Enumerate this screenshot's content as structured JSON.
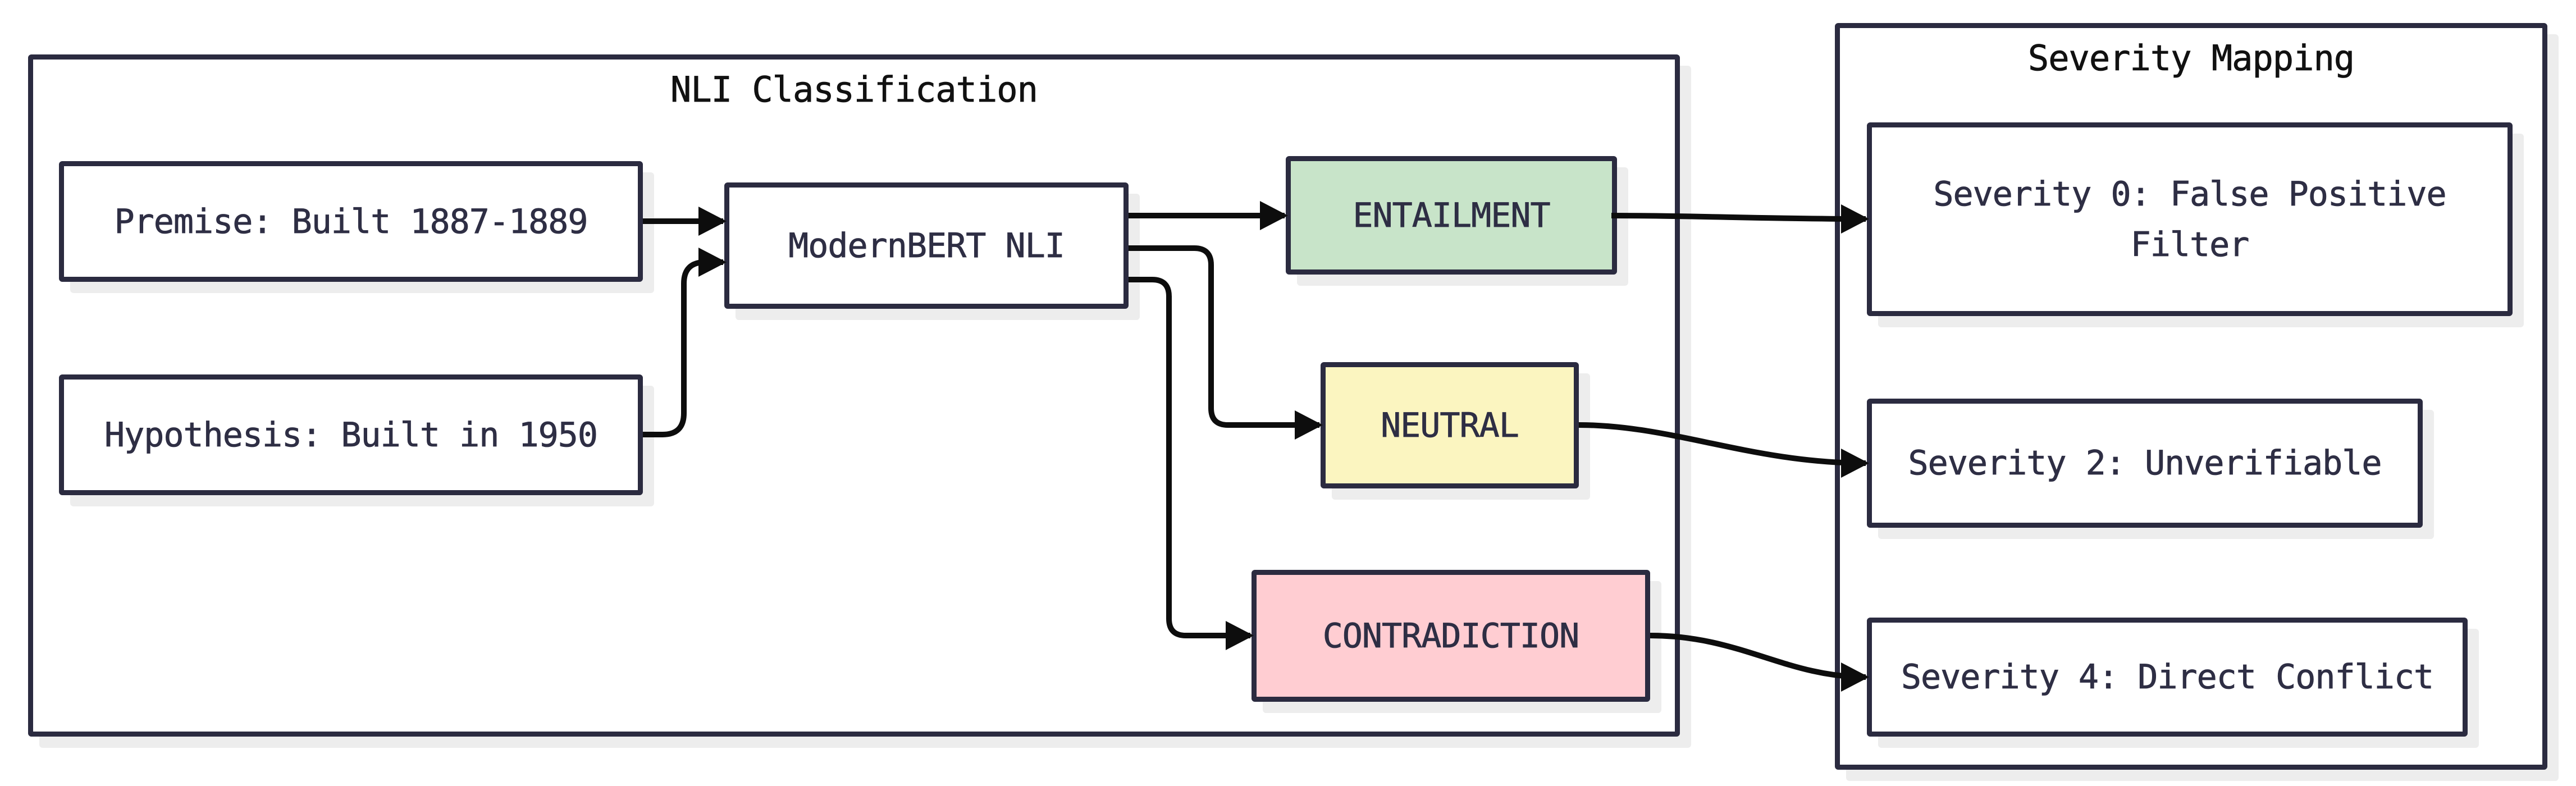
{
  "colors": {
    "background": "#ffffff",
    "border": "#2b2b40",
    "label": "#2e2e44",
    "title": "#111111",
    "arrow": "#0d0d0d",
    "shadow": "#ededed"
  },
  "containers": {
    "nli": {
      "title": "NLI Classification"
    },
    "severity": {
      "title": "Severity Mapping"
    }
  },
  "nodes": {
    "premise": {
      "label": "Premise: Built 1887-1889",
      "fill": "#ffffff"
    },
    "hypothesis": {
      "label": "Hypothesis: Built in 1950",
      "fill": "#ffffff"
    },
    "modernbert": {
      "label": "ModernBERT NLI",
      "fill": "#ffffff"
    },
    "entailment": {
      "label": "ENTAILMENT",
      "fill": "#c8e4c9"
    },
    "neutral": {
      "label": "NEUTRAL",
      "fill": "#fbf5c0"
    },
    "contradiction": {
      "label": "CONTRADICTION",
      "fill": "#ffcdd2"
    },
    "severity0": {
      "label": "Severity 0: False Positive Filter",
      "fill": "#ffffff"
    },
    "severity2": {
      "label": "Severity 2: Unverifiable",
      "fill": "#ffffff"
    },
    "severity4": {
      "label": "Severity 4: Direct Conflict",
      "fill": "#ffffff"
    }
  },
  "edges": [
    {
      "from": "premise",
      "to": "modernbert"
    },
    {
      "from": "hypothesis",
      "to": "modernbert"
    },
    {
      "from": "modernbert",
      "to": "entailment"
    },
    {
      "from": "modernbert",
      "to": "neutral"
    },
    {
      "from": "modernbert",
      "to": "contradiction"
    },
    {
      "from": "entailment",
      "to": "severity0"
    },
    {
      "from": "neutral",
      "to": "severity2"
    },
    {
      "from": "contradiction",
      "to": "severity4"
    }
  ]
}
